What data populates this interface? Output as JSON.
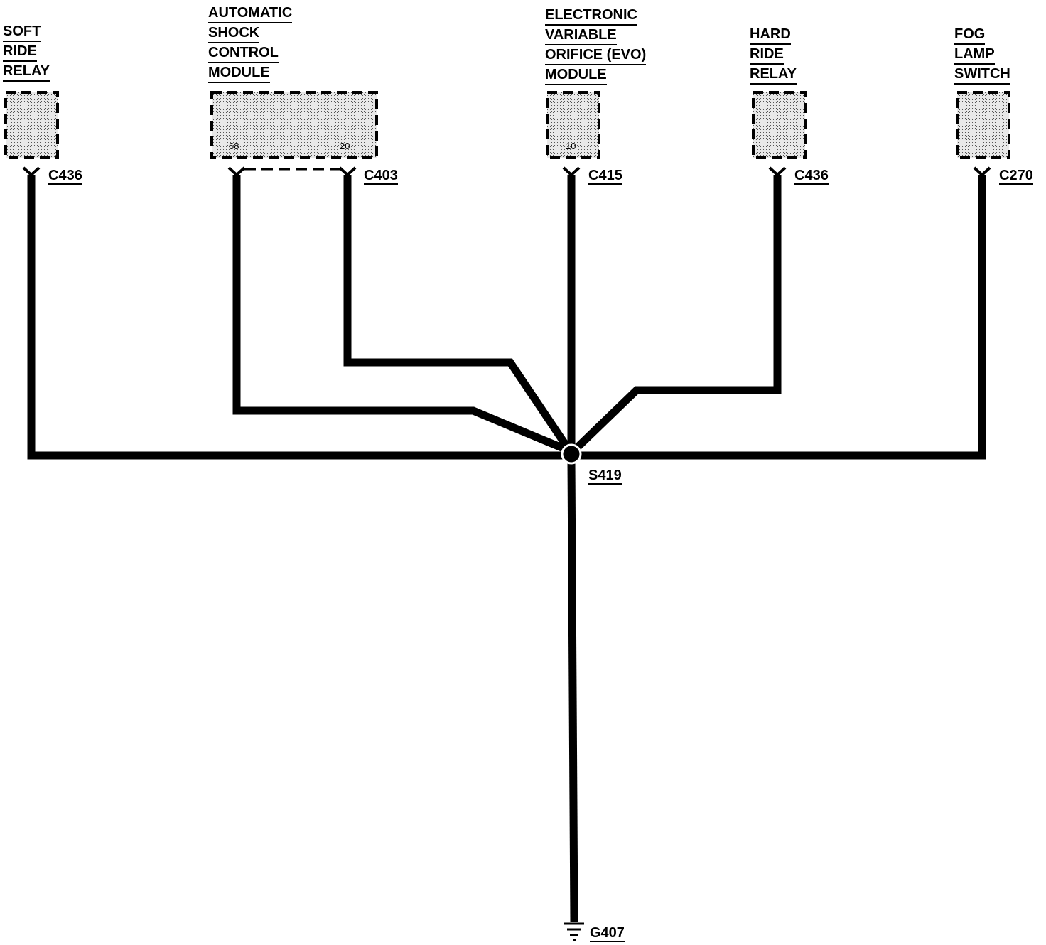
{
  "components": {
    "soft_ride_relay": {
      "lines": [
        "SOFT",
        "RIDE",
        "RELAY"
      ]
    },
    "asc_module": {
      "lines": [
        "AUTOMATIC",
        "SHOCK",
        "CONTROL",
        "MODULE"
      ]
    },
    "evo_module": {
      "lines": [
        "ELECTRONIC",
        "VARIABLE",
        "ORIFICE (EVO)",
        "MODULE"
      ]
    },
    "hard_ride_relay": {
      "lines": [
        "HARD",
        "RIDE",
        "RELAY"
      ]
    },
    "fog_lamp_switch": {
      "lines": [
        "FOG",
        "LAMP",
        "SWITCH"
      ]
    }
  },
  "connectors": {
    "c436a": "C436",
    "c403": "C403",
    "c415": "C415",
    "c436b": "C436",
    "c270": "C270"
  },
  "pins": {
    "asc_left": "68",
    "asc_right": "20",
    "evo": "10"
  },
  "splice": "S419",
  "ground": "G407"
}
